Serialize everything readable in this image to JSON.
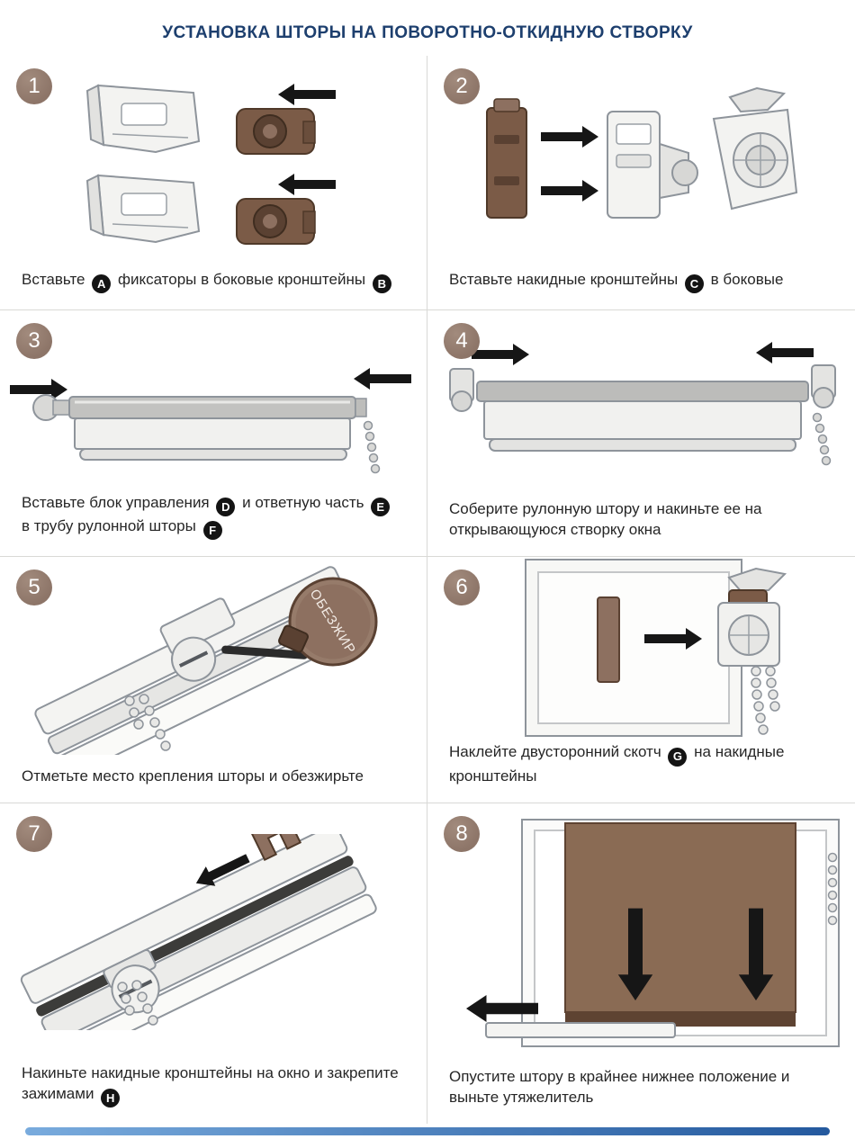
{
  "page": {
    "title": "УСТАНОВКА ШТОРЫ НА ПОВОРОТНО-ОТКИДНУЮ СТВОРКУ"
  },
  "colors": {
    "title": "#1d3f6e",
    "step_circle": "#8d7568",
    "badge": "#141414",
    "accent_brown": "#7b5b47",
    "footer_left": "#79abdd",
    "footer_right": "#24599e"
  },
  "steps": [
    {
      "number": "1",
      "caption": [
        {
          "text": "Вставьте "
        },
        {
          "badge": "A"
        },
        {
          "text": " фиксаторы в боковые кронштейны "
        },
        {
          "badge": "B"
        }
      ]
    },
    {
      "number": "2",
      "caption": [
        {
          "text": "Вставьте накидные кронштейны "
        },
        {
          "badge": "C"
        },
        {
          "text": " в боковые"
        }
      ]
    },
    {
      "number": "3",
      "caption": [
        {
          "text": "Вставьте блок управления "
        },
        {
          "badge": "D"
        },
        {
          "text": " и ответную часть "
        },
        {
          "badge": "E"
        },
        {
          "text": " в трубу рулонной шторы "
        },
        {
          "badge": "F"
        }
      ]
    },
    {
      "number": "4",
      "caption": [
        {
          "text": "Соберите рулонную штору и накиньте ее на открывающуюся створку окна"
        }
      ]
    },
    {
      "number": "5",
      "caption": [
        {
          "text": "Отметьте место крепления шторы и обезжирьте"
        }
      ],
      "bottle_label": "ОБЕЗЖИР"
    },
    {
      "number": "6",
      "caption": [
        {
          "text": "Наклейте двусторонний скотч "
        },
        {
          "badge": "G"
        },
        {
          "text": " на накидные кронштейны"
        }
      ]
    },
    {
      "number": "7",
      "caption": [
        {
          "text": "Накиньте накидные кронштейны на окно и закрепите зажимами "
        },
        {
          "badge": "H"
        }
      ]
    },
    {
      "number": "8",
      "caption": [
        {
          "text": "Опустите штору в крайнее нижнее положение и выньте утяжелитель"
        }
      ]
    }
  ]
}
